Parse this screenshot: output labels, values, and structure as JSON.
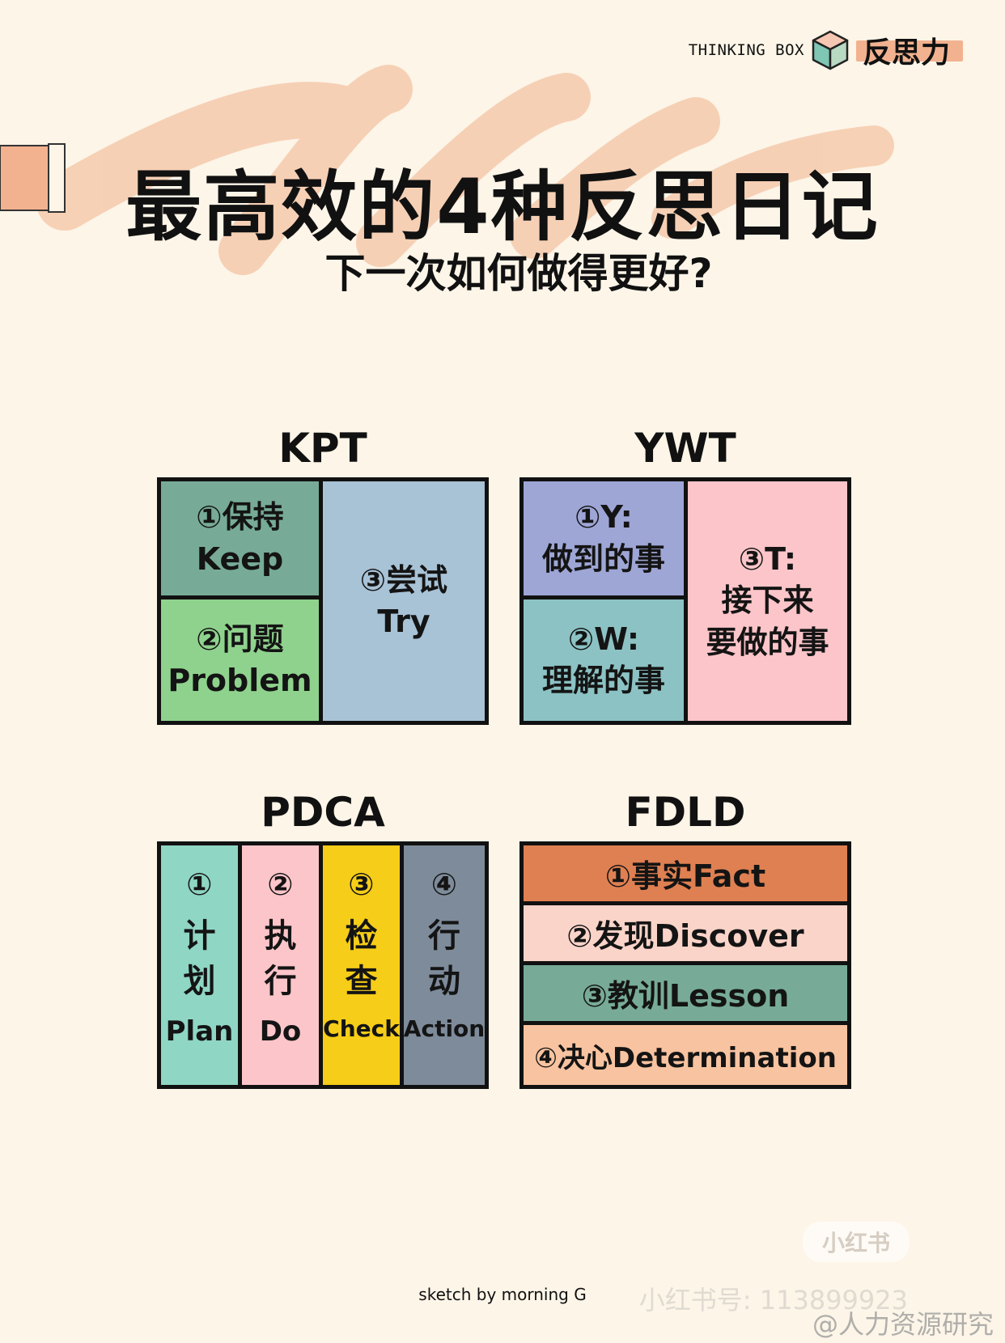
{
  "brand": {
    "en": "THINKING BOX",
    "cn": "反思力"
  },
  "title": "最高效的4种反思日记",
  "subtitle": "下一次如何做得更好?",
  "kpt": {
    "title": "KPT",
    "keep": {
      "num": "①保持",
      "en": "Keep"
    },
    "problem": {
      "num": "②问题",
      "en": "Problem"
    },
    "try": {
      "num": "③尝试",
      "en": "Try"
    }
  },
  "ywt": {
    "title": "YWT",
    "y": {
      "num": "①Y:",
      "cn": "做到的事"
    },
    "w": {
      "num": "②W:",
      "cn": "理解的事"
    },
    "t": {
      "num": "③T:",
      "cn1": "接下来",
      "cn2": "要做的事"
    }
  },
  "pdca": {
    "title": "PDCA",
    "items": [
      {
        "num": "①",
        "c1": "计",
        "c2": "划",
        "en": "Plan"
      },
      {
        "num": "②",
        "c1": "执",
        "c2": "行",
        "en": "Do"
      },
      {
        "num": "③",
        "c1": "检",
        "c2": "查",
        "en": "Check"
      },
      {
        "num": "④",
        "c1": "行",
        "c2": "动",
        "en": "Action"
      }
    ]
  },
  "fdld": {
    "title": "FDLD",
    "items": [
      "①事实Fact",
      "②发现Discover",
      "③教训Lesson",
      "④决心Determination"
    ]
  },
  "colors": {
    "background": "#fcf5e8",
    "keep": "#77ab98",
    "problem": "#8fd28d",
    "try": "#a8c2d6",
    "y": "#9ea6d6",
    "w": "#8cc2c4",
    "t": "#fbc5c9",
    "plan": "#8fd6c4",
    "do": "#fbc5c9",
    "check": "#f6cd18",
    "action": "#7e8b9a",
    "fact": "#df8052",
    "discover": "#fbd4c9",
    "lesson": "#77ab98",
    "determination": "#f8c3a0",
    "accent": "#f2b28f"
  },
  "credit": "sketch by morning G",
  "watermarks": {
    "app": "小红书",
    "id": "小红书号: 113899923",
    "weibo": "@人力资源研究"
  }
}
